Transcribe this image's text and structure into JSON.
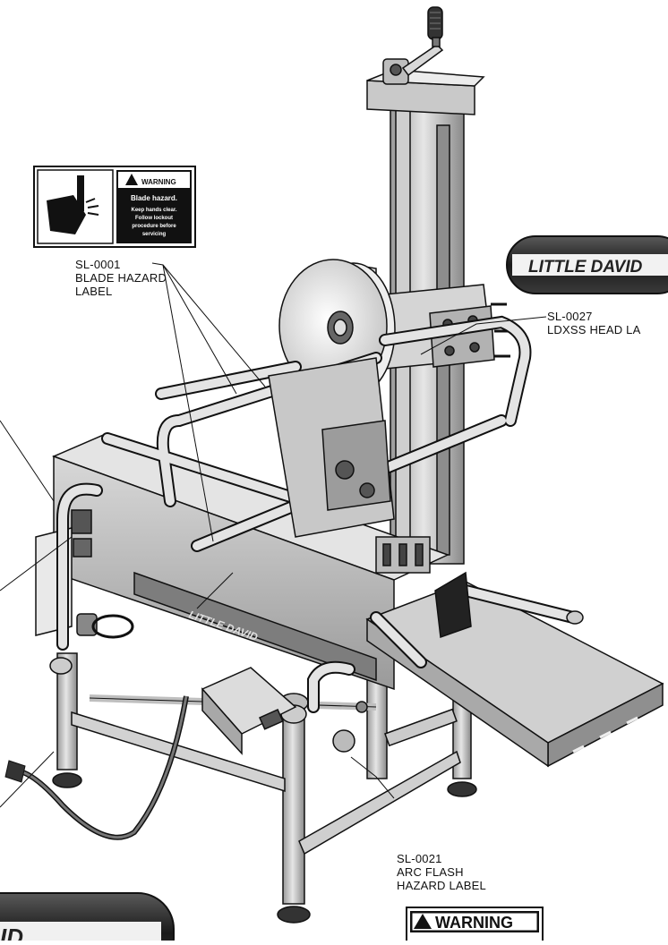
{
  "callouts": {
    "sl0001": {
      "part": "SL-0001",
      "line1": "BLADE HAZARD",
      "line2": "LABEL"
    },
    "sl0027": {
      "part": "SL-0027",
      "line1": "LDXSS HEAD LA"
    },
    "sl0021": {
      "part": "SL-0021",
      "line1": "ARC FLASH",
      "line2": "HAZARD LABEL"
    }
  },
  "labels": {
    "warning_small": {
      "header": "WARNING",
      "title": "Blade hazard.",
      "line1": "Keep hands clear.",
      "line2": "Follow lockout",
      "line3": "procedure before",
      "line4": "servicing"
    },
    "brand_badge": "LITTLE DAVID",
    "brand_badge_fragment": "ID",
    "warning_large": "WARNING",
    "machine_side_text": "LITTLE DAVID"
  }
}
